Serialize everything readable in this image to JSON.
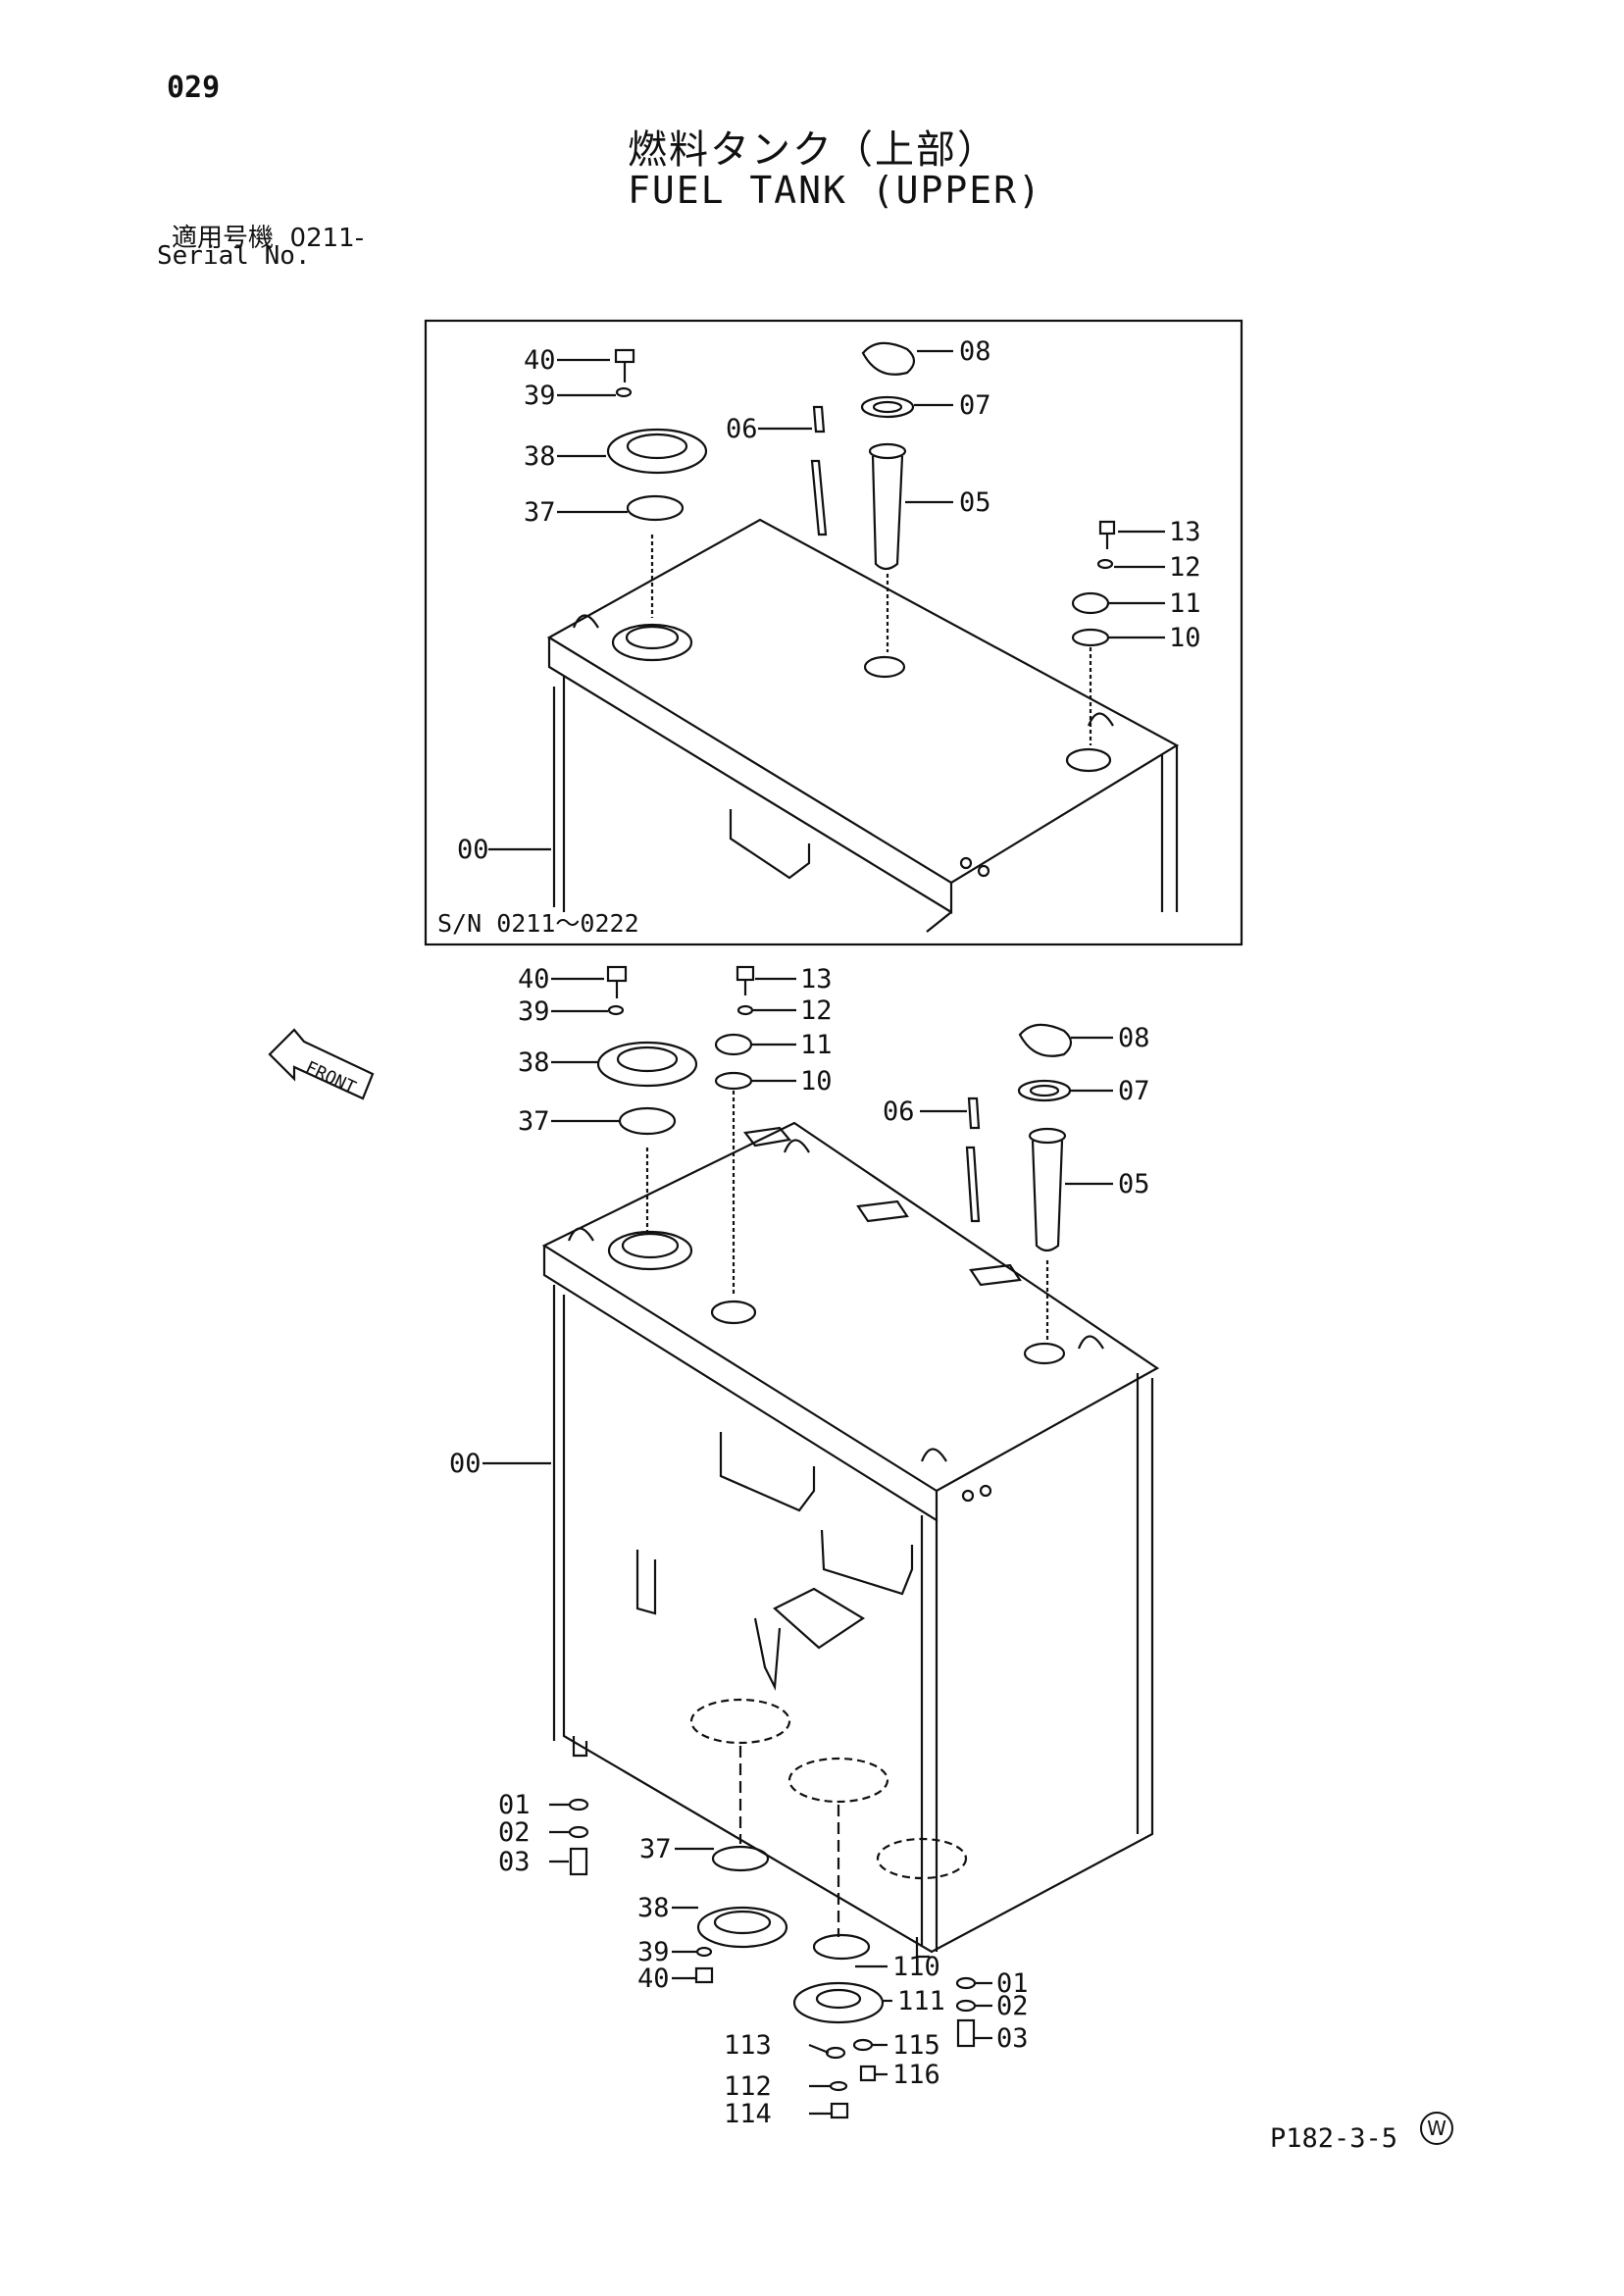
{
  "header": {
    "page_number": "029",
    "title_jp": "燃料タンク（上部）",
    "title_en": "FUEL TANK (UPPER)",
    "serial_label_jp": "適用号機",
    "serial_value": "0211-",
    "serial_label_en": "Serial No."
  },
  "inset": {
    "serial_range": "S/N 0211～0222",
    "labels": [
      "40",
      "39",
      "38",
      "37",
      "06",
      "08",
      "07",
      "05",
      "13",
      "12",
      "11",
      "10",
      "00"
    ]
  },
  "main_view": {
    "front_arrow": "FRONT",
    "labels": [
      "40",
      "39",
      "38",
      "37",
      "13",
      "12",
      "11",
      "10",
      "08",
      "07",
      "05",
      "06",
      "00",
      "01",
      "02",
      "03",
      "37",
      "38",
      "39",
      "40",
      "110",
      "111",
      "113",
      "115",
      "112",
      "116",
      "114",
      "01",
      "02",
      "03"
    ]
  },
  "footer": {
    "page_ref": "P182-3-5",
    "w_mark": "W"
  }
}
